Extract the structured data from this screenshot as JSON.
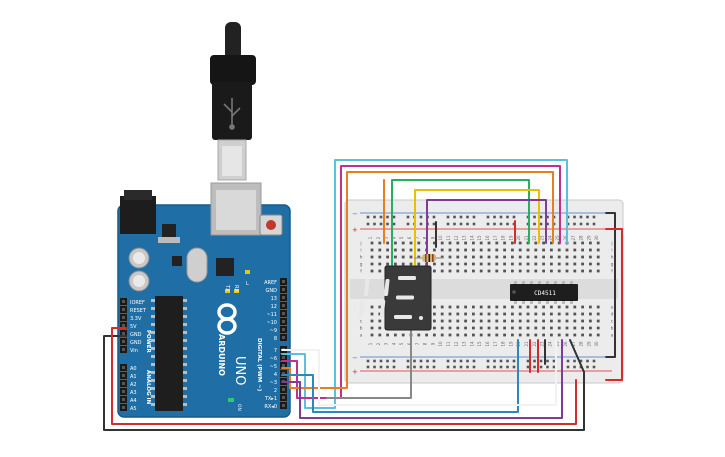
{
  "arduino": {
    "brand": "ARDUINO",
    "model": "UNO",
    "power_header_title": "POWER",
    "analog_header_title": "ANALOG IN",
    "digital_header_title": "DIGITAL (PWM ~)",
    "on_label": "ON",
    "l_label": "L",
    "tx_label": "TX",
    "rx_label": "RX",
    "power_pins": [
      "IOREF",
      "RESET",
      "3.3V",
      "5V",
      "GND",
      "GND",
      "Vin"
    ],
    "analog_pins": [
      "A0",
      "A1",
      "A2",
      "A3",
      "A4",
      "A5"
    ],
    "digital_pins_top": [
      "AREF",
      "GND",
      "13",
      "12",
      "~11",
      "~10",
      "~9",
      "8"
    ],
    "digital_pins_bottom": [
      "7",
      "~6",
      "~5",
      "4",
      "~3",
      "2",
      "TX▸1",
      "RX◂0"
    ]
  },
  "breadboard": {
    "column_numbers": [
      "1",
      "2",
      "3",
      "4",
      "5",
      "6",
      "7",
      "8",
      "9",
      "10",
      "11",
      "12",
      "13",
      "14",
      "15",
      "16",
      "17",
      "18",
      "19",
      "20",
      "21",
      "22",
      "23",
      "24",
      "25",
      "26",
      "27",
      "28",
      "29",
      "30"
    ],
    "row_letters_top": [
      "j",
      "i",
      "h",
      "g",
      "f"
    ],
    "row_letters_bottom": [
      "e",
      "d",
      "c",
      "b",
      "a"
    ],
    "rail_plus": "+",
    "rail_minus": "−"
  },
  "ic": {
    "label": "CD4511"
  },
  "display": {
    "digit": "8"
  },
  "colors": {
    "board": "#1f6fa6",
    "board_edge": "#155a8a",
    "breadboard": "#e9e9e9",
    "rail_red": "#d22",
    "rail_blue": "#3a6fd1",
    "wire_red": "#d62b2b",
    "wire_black": "#333333",
    "wire_orange": "#e67e22",
    "wire_green": "#27ae60",
    "wire_yellow": "#e6c100",
    "wire_purple": "#7d3c98",
    "wire_magenta": "#c2308f",
    "wire_cyan": "#5bc0de",
    "wire_blue": "#2e86c1",
    "wire_white": "#f2f2f2",
    "wire_gray": "#888888"
  }
}
